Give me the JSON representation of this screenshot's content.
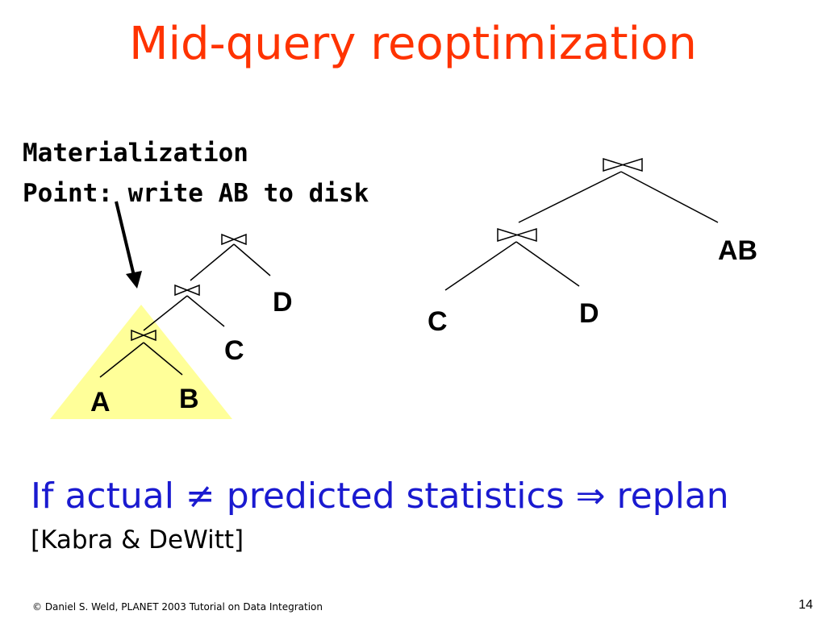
{
  "slide": {
    "title": "Mid-query reoptimization",
    "annotation": {
      "line1": "Materialization",
      "line2": "Point: write AB to disk"
    },
    "left_tree": {
      "leaves": {
        "a": "A",
        "b": "B",
        "c": "C",
        "d": "D"
      },
      "highlight_color": "#ffff99"
    },
    "right_tree": {
      "leaves": {
        "c": "C",
        "d": "D",
        "ab": "AB"
      }
    },
    "statement": "If actual ≠ predicted statistics ⇒ replan",
    "citation": "[Kabra & DeWitt]",
    "footer": "© Daniel S. Weld,  PLANET 2003 Tutorial on Data Integration",
    "page_number": "14"
  },
  "icons": {
    "join": "bowtie-join-icon",
    "arrow": "arrow-icon"
  },
  "colors": {
    "title": "#ff3300",
    "statement": "#1a1ad0",
    "highlight": "#ffff99"
  }
}
